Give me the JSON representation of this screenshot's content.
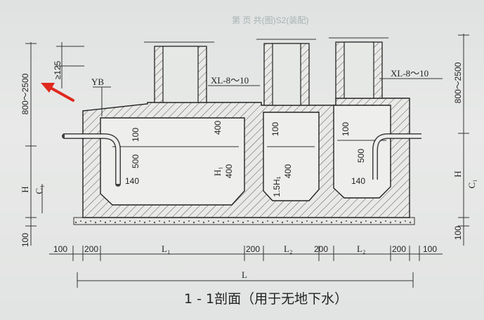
{
  "top_header_faded": "第 页 共(图)S2(装配)",
  "labels": {
    "yb": "YB",
    "xl_left": "XL-8～10",
    "xl_right": "XL-8～10",
    "h1": "H₁",
    "h_left": "H",
    "h_right": "H",
    "c1_left": "C₁",
    "c1_right": "C₁",
    "sh1": "1.5H₁"
  },
  "dims": {
    "left_800_2500": "800～2500",
    "right_800_2500": "800～2500",
    "ge125": "≥125",
    "left_100_bottom": "100",
    "right_100_bottom": "100",
    "d100_pipe": "100",
    "d500_left": "500",
    "d140_left": "140",
    "d400_top": "400",
    "d400_mid": "400",
    "d100_mid": "100",
    "d400_mid2": "400",
    "d100_right": "100",
    "d500_right": "500",
    "d140_right": "140",
    "b100_l": "100",
    "b200_1": "200",
    "b_L1": "L₁",
    "b200_2": "200",
    "b_L2a": "L₂",
    "b200_3": "200",
    "b_L2b": "L₂",
    "b200_4": "200",
    "b100_r": "100",
    "b_L": "L"
  },
  "caption": "1 - 1剖面（用于无地下水）",
  "colors": {
    "arrow": "#e0281e"
  }
}
